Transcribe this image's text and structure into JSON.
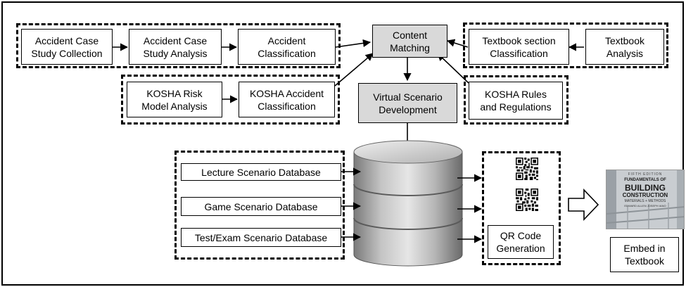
{
  "collection": "Accident Case\nStudy Collection",
  "analysis": "Accident Case\nStudy Analysis",
  "classification": "Accident\nClassification",
  "content_matching": "Content\nMatching",
  "textbook_section": "Textbook section\nClassification",
  "textbook_analysis": "Textbook\nAnalysis",
  "kosha_risk": "KOSHA Risk\nModel Analysis",
  "kosha_accident": "KOSHA Accident\nClassification",
  "virtual_scenario": "Virtual Scenario\nDevelopment",
  "kosha_rules": "KOSHA Rules\nand Regulations",
  "lecture_db": "Lecture Scenario Database",
  "game_db": "Game Scenario Database",
  "test_db": "Test/Exam Scenario Database",
  "qr_generation": "QR Code\nGeneration",
  "embed": "Embed in\nTextbook",
  "book": {
    "edition": "FIFTH EDITION",
    "line1": "FUNDAMENTALS OF",
    "line2": "BUILDING",
    "line3": "CONSTRUCTION",
    "line4": "MATERIALS + METHODS",
    "authors": "EDWARD ALLEN   JOSEPH IANO"
  },
  "colors": {
    "process_fill": "#d9d9d9",
    "line": "#000000"
  }
}
